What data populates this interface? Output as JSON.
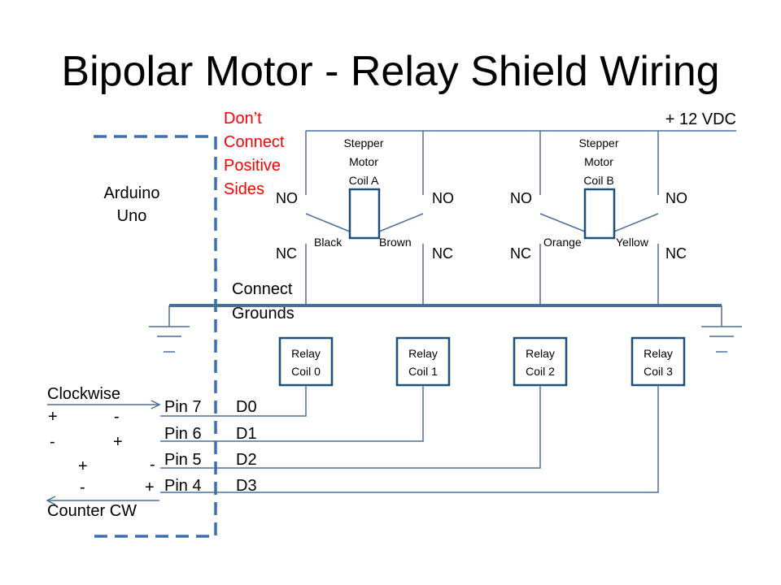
{
  "slide": {
    "title": "Bipolar Motor - Relay Shield Wiring"
  },
  "notes": {
    "dont_connect": [
      "Don’t",
      "Connect",
      "Positive",
      "Sides"
    ],
    "connect_grounds": [
      "Connect",
      "Grounds"
    ],
    "supply": "+ 12 VDC"
  },
  "arduino": {
    "label": [
      "Arduino",
      "Uno"
    ],
    "pins": [
      "Pin 7",
      "Pin 6",
      "Pin 5",
      "Pin 4"
    ],
    "digital": [
      "D0",
      "D1",
      "D2",
      "D3"
    ]
  },
  "coils": [
    {
      "label": [
        "Stepper",
        "Motor",
        "Coil A"
      ],
      "wire_left": "Black",
      "wire_right": "Brown"
    },
    {
      "label": [
        "Stepper",
        "Motor",
        "Coil B"
      ],
      "wire_left": "Orange",
      "wire_right": "Yellow"
    }
  ],
  "contacts": {
    "no": "NO",
    "nc": "NC"
  },
  "relays": [
    {
      "label": [
        "Relay",
        "Coil 0"
      ]
    },
    {
      "label": [
        "Relay",
        "Coil 1"
      ]
    },
    {
      "label": [
        "Relay",
        "Coil 2"
      ]
    },
    {
      "label": [
        "Relay",
        "Coil 3"
      ]
    }
  ],
  "sequence": {
    "clockwise": "Clockwise",
    "counter": "Counter CW",
    "rows": [
      [
        "+",
        "-"
      ],
      [
        "-",
        "+"
      ],
      [
        "+",
        "-"
      ],
      [
        "-",
        "+"
      ]
    ]
  },
  "colors": {
    "wire": "#4a6f9a",
    "box": "#1f4e79",
    "dashed": "#3b6fb5",
    "warning": "#ff0000"
  }
}
